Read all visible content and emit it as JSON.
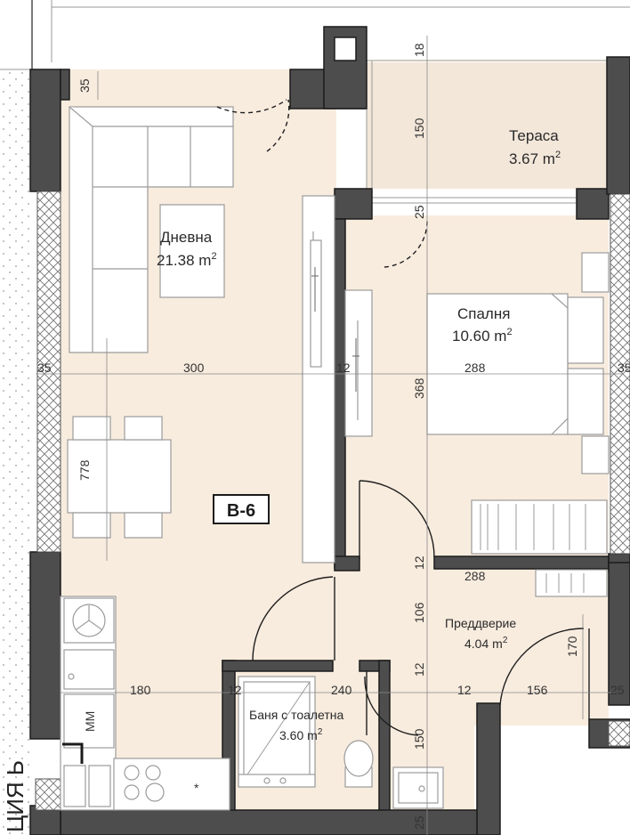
{
  "plan": {
    "apartment_label": "B-6",
    "side_text": "ЦИЯ Ь",
    "colors": {
      "floor": "#f8ecde",
      "terrace": "#f3e7da",
      "wall": "#4d4d4d",
      "hatch": "#8a8a8a",
      "furniture_stroke": "#9b9b9b"
    },
    "rooms": {
      "terrace": {
        "name": "Тераса",
        "area": "3.67 m",
        "sup": "2"
      },
      "living": {
        "name": "Дневна",
        "area": "21.38 m",
        "sup": "2"
      },
      "bedroom": {
        "name": "Спалня",
        "area": "10.60 m",
        "sup": "2"
      },
      "hall": {
        "name": "Преддверие",
        "area": "4.04 m",
        "sup": "2"
      },
      "bath": {
        "name": "Баня с тоалетна",
        "area": "3.60 m",
        "sup": "2"
      }
    },
    "dimensions": {
      "d35_top": "35",
      "d18": "18",
      "d150_terrace": "150",
      "d25_terrace": "25",
      "d35_left": "35",
      "d300": "300",
      "d12_mid": "12",
      "d288_bed": "288",
      "d35_right": "35",
      "d368": "368",
      "d778": "778",
      "d12_hall": "12",
      "d288_hall": "288",
      "d106": "106",
      "d170": "170",
      "d12_bath": "12",
      "d180": "180",
      "d12_a": "12",
      "d240": "240",
      "d12_b": "12",
      "d156": "156",
      "d25_right": "25",
      "d150_bath": "150",
      "d25_bottom": "25"
    },
    "appliances": {
      "washer_label": "MM",
      "hob_mark": "*"
    }
  }
}
